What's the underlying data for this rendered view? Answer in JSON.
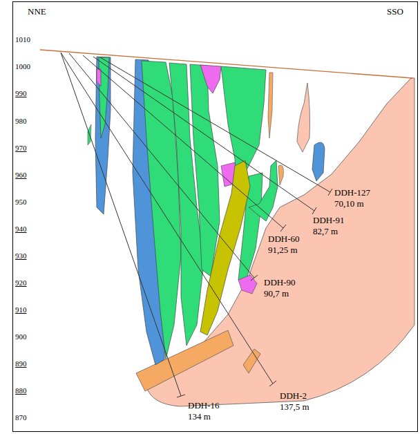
{
  "diagram": {
    "labels": [
      "NNE",
      "SSO",
      "1010",
      "1000",
      "990",
      "980",
      "970",
      "960",
      "950",
      "940",
      "930",
      "920",
      "910",
      "900",
      "890",
      "880",
      "870",
      "DDH-127",
      "70,10 m",
      "DDH-91",
      "82,7 m",
      "DDH-60",
      "91,25 m",
      "DDH-90",
      "90,7 m",
      "DDH-2",
      "137,5 m",
      "DDH-16",
      "134 m"
    ]
  }
}
